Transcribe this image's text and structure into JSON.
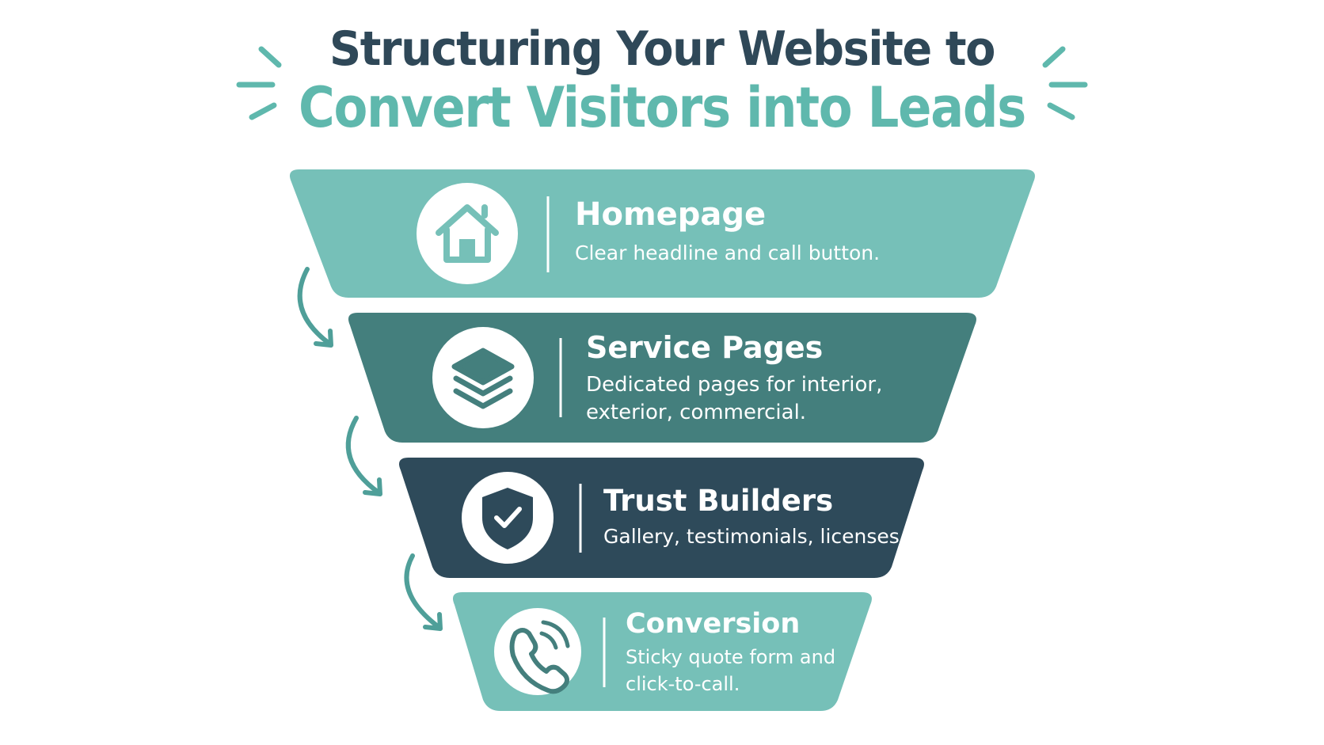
{
  "title": {
    "line1": "Structuring Your Website to",
    "line2": "Convert Visitors into Leads"
  },
  "colors": {
    "title_dark": "#2f4858",
    "title_accent": "#5fb8ad",
    "stage_light": "#76c0b8",
    "stage_mid": "#447f7d",
    "stage_dark": "#2e4a5a",
    "arrow": "#4f9f99"
  },
  "stages": [
    {
      "title": "Homepage",
      "desc_line1": "Clear headline and call button.",
      "desc_line2": "",
      "icon": "house-icon"
    },
    {
      "title": "Service Pages",
      "desc_line1": "Dedicated pages for interior,",
      "desc_line2": "exterior, commercial.",
      "icon": "layers-icon"
    },
    {
      "title": "Trust Builders",
      "desc_line1": "Gallery, testimonials, licenses.",
      "desc_line2": "",
      "icon": "shield-check-icon"
    },
    {
      "title": "Conversion",
      "desc_line1": "Sticky quote form and",
      "desc_line2": "click-to-call.",
      "icon": "phone-icon"
    }
  ]
}
